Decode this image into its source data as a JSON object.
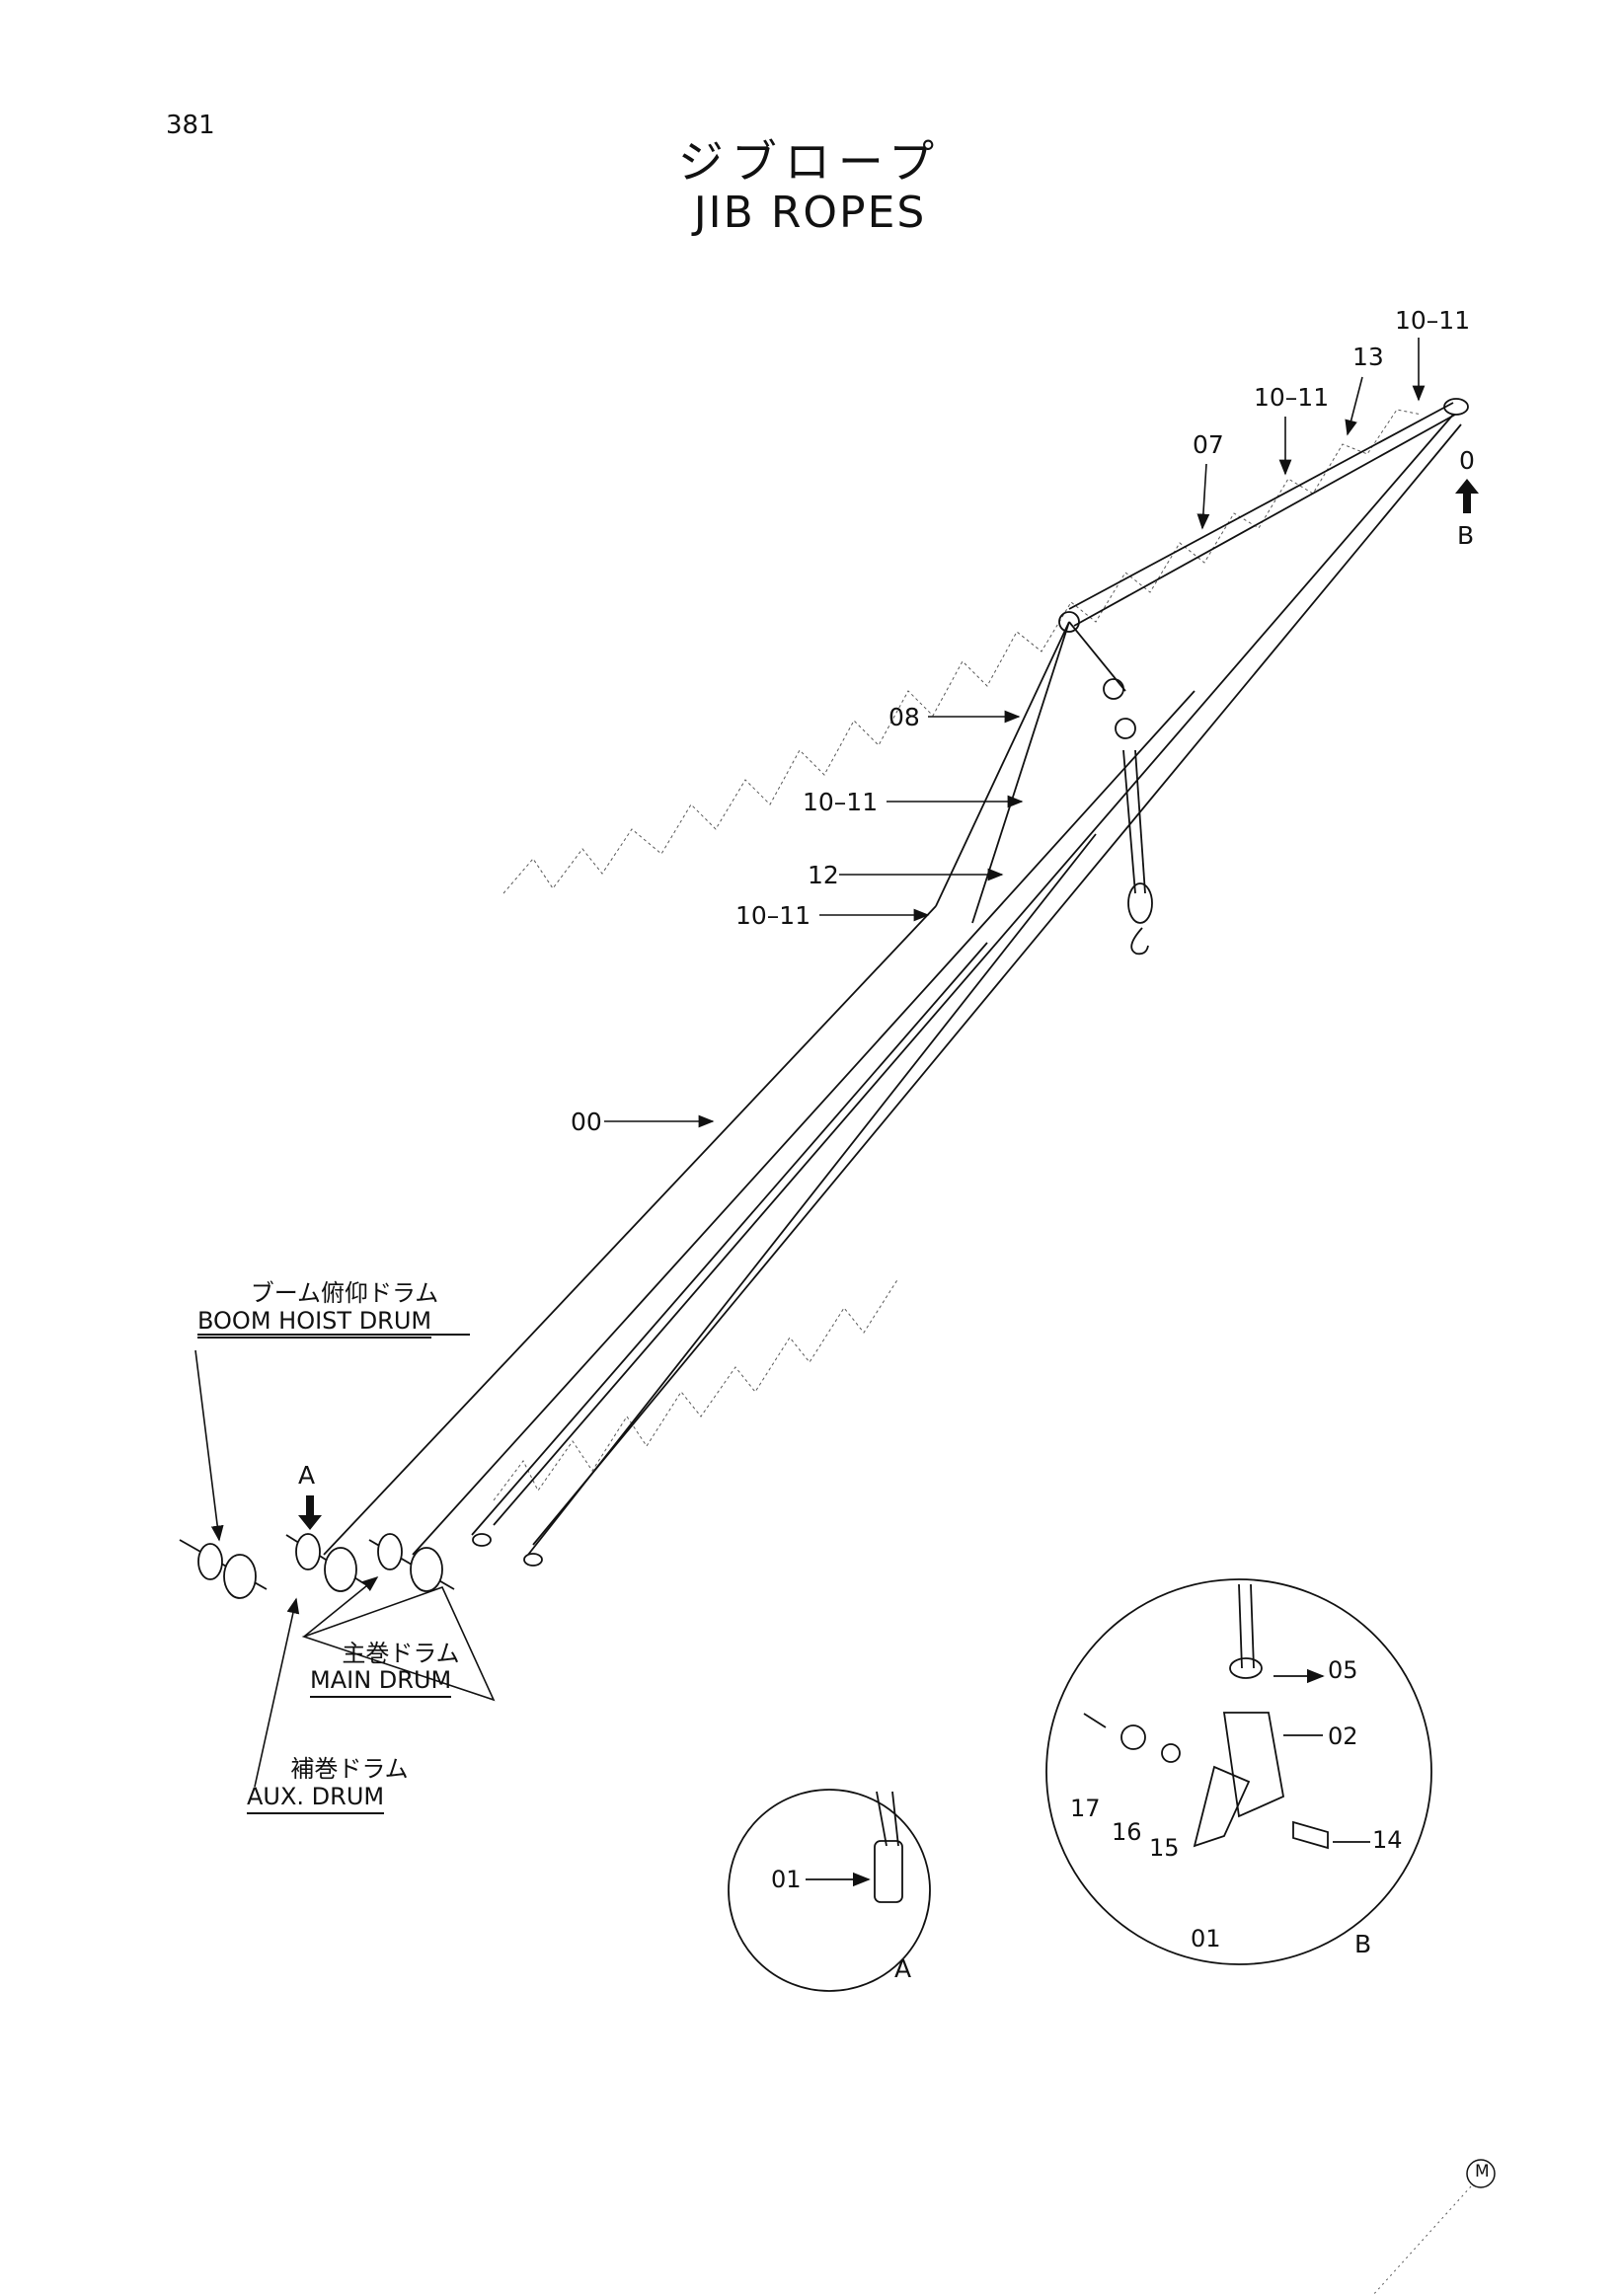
{
  "page_number": "381",
  "title_jp": "ジブロープ",
  "title_en": "JIB ROPES",
  "callouts": {
    "c_10_11_top": "10–11",
    "c_13": "13",
    "c_10_11_b": "10–11",
    "c_07": "07",
    "c_0": "0",
    "c_B_top": "B",
    "c_08": "08",
    "c_10_11_c": "10–11",
    "c_12": "12",
    "c_10_11_d": "10–11",
    "c_00": "00",
    "c_A_top": "A"
  },
  "drums": {
    "boom_hoist_jp": "ブーム俯仰ドラム",
    "boom_hoist_en": "BOOM HOIST DRUM",
    "main_jp": "主巻ドラム",
    "main_en": "MAIN DRUM",
    "aux_jp": "補巻ドラム",
    "aux_en": "AUX. DRUM"
  },
  "detail_a": {
    "part_01": "01",
    "letter": "A"
  },
  "detail_b": {
    "part_05": "05",
    "part_02": "02",
    "part_17": "17",
    "part_16": "16",
    "part_15": "15",
    "part_14": "14",
    "part_01": "01",
    "letter": "B"
  },
  "corner_mark": "M"
}
